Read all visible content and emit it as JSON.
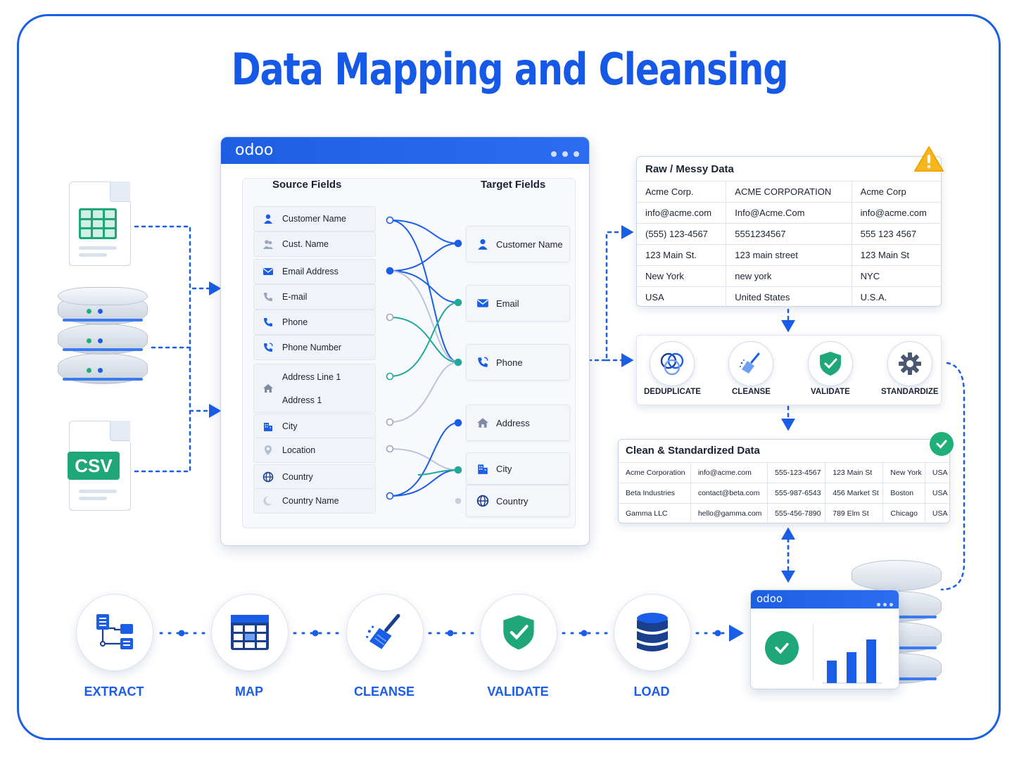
{
  "title": "Data Mapping and Cleansing",
  "sources": {
    "spreadsheet_icon": "spreadsheet-file-icon",
    "database_icon": "database-icon",
    "csv_label": "CSV"
  },
  "mapper": {
    "logo": "odoo",
    "source_header": "Source Fields",
    "target_header": "Target Fields",
    "source_fields": [
      {
        "label": "Customer Name",
        "icon": "user-icon"
      },
      {
        "label": "Cust. Name",
        "icon": "users-icon"
      },
      {
        "label": "Email Address",
        "icon": "mail-icon"
      },
      {
        "label": "E-mail",
        "icon": "phone-icon"
      },
      {
        "label": "Phone",
        "icon": "phone-icon"
      },
      {
        "label": "Phone Number",
        "icon": "phone-icon"
      },
      {
        "label": "Address Line 1",
        "icon": "home-icon"
      },
      {
        "label": "Address 1",
        "icon": "home-icon"
      },
      {
        "label": "City",
        "icon": "building-icon"
      },
      {
        "label": "Location",
        "icon": "location-icon"
      },
      {
        "label": "Country",
        "icon": "globe-icon"
      },
      {
        "label": "Country Name",
        "icon": "globe-icon"
      }
    ],
    "target_fields": [
      {
        "label": "Customer Name",
        "icon": "user-icon"
      },
      {
        "label": "Email",
        "icon": "mail-icon"
      },
      {
        "label": "Phone",
        "icon": "phone-icon"
      },
      {
        "label": "Address",
        "icon": "home-icon"
      },
      {
        "label": "City",
        "icon": "building-icon"
      },
      {
        "label": "Country",
        "icon": "globe-icon"
      }
    ]
  },
  "raw": {
    "title": "Raw / Messy Data",
    "warning_icon": "warning-icon",
    "rows": [
      [
        "Acme Corp.",
        "ACME CORPORATION",
        "Acme Corp"
      ],
      [
        "info@acme.com",
        "Info@Acme.Com",
        "info@acme.com"
      ],
      [
        "(555) 123-4567",
        "5551234567",
        "555 123 4567"
      ],
      [
        "123 Main St.",
        "123 main street",
        "123 Main St"
      ],
      [
        "New York",
        "new york",
        "NYC"
      ],
      [
        "USA",
        "United States",
        "U.S.A."
      ]
    ]
  },
  "pipeline": {
    "steps": [
      {
        "label": "DEDUPLICATE",
        "icon": "venn-icon"
      },
      {
        "label": "CLEANSE",
        "icon": "broom-icon"
      },
      {
        "label": "VALIDATE",
        "icon": "shield-check-icon"
      },
      {
        "label": "STANDARDIZE",
        "icon": "gear-icon"
      }
    ]
  },
  "clean": {
    "title": "Clean & Standardized Data",
    "check_icon": "check-icon",
    "rows": [
      [
        "Acme Corporation",
        "info@acme.com",
        "555-123-4567",
        "123 Main St",
        "New York",
        "USA"
      ],
      [
        "Beta Industries",
        "contact@beta.com",
        "555-987-6543",
        "456 Market St",
        "Boston",
        "USA"
      ],
      [
        "Gamma LLC",
        "hello@gamma.com",
        "555-456-7890",
        "789 Elm St",
        "Chicago",
        "USA"
      ]
    ]
  },
  "target_system": {
    "logo": "odoo"
  },
  "flow": [
    {
      "label": "EXTRACT",
      "icon": "extract-icon"
    },
    {
      "label": "MAP",
      "icon": "table-icon"
    },
    {
      "label": "CLEANSE",
      "icon": "broom-icon"
    },
    {
      "label": "VALIDATE",
      "icon": "shield-check-icon"
    },
    {
      "label": "LOAD",
      "icon": "database-icon"
    }
  ],
  "colors": {
    "accent": "#1a5ee8",
    "green": "#1fa77a",
    "teal": "#20a99a"
  }
}
